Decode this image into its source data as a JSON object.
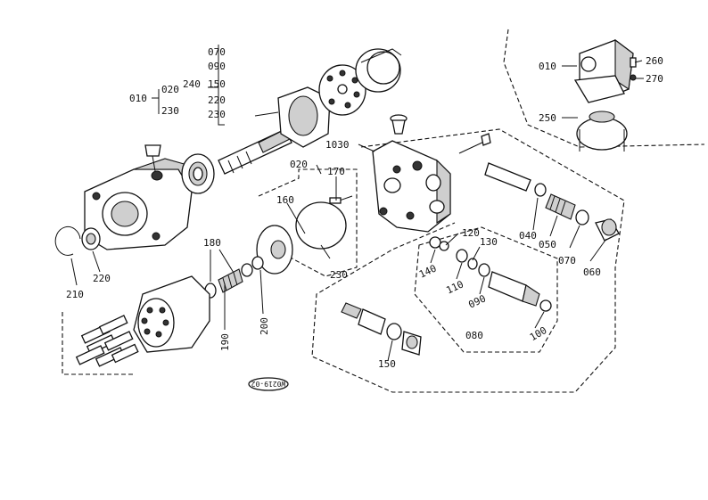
{
  "diagram": {
    "drawing_code": "W0219-02",
    "labels": {
      "l010": "010",
      "l020": "020",
      "l230a": "230",
      "l070": "070",
      "l090": "090",
      "l150a": "150",
      "l220a": "220",
      "l230b": "230",
      "l240": "240",
      "l020b": "020",
      "l1030": "1030",
      "l170": "170",
      "l160": "160",
      "l230c": "230",
      "l180": "180",
      "l190": "190",
      "l200": "200",
      "l210": "210",
      "l220b": "220",
      "l120": "120",
      "l130": "130",
      "l140": "140",
      "l110": "110",
      "l090b": "090",
      "l080": "080",
      "l100": "100",
      "l150b": "150",
      "l040": "040",
      "l050": "050",
      "l070b": "070",
      "l060": "060",
      "l010b": "010",
      "l260": "260",
      "l270": "270",
      "l250": "250"
    }
  }
}
